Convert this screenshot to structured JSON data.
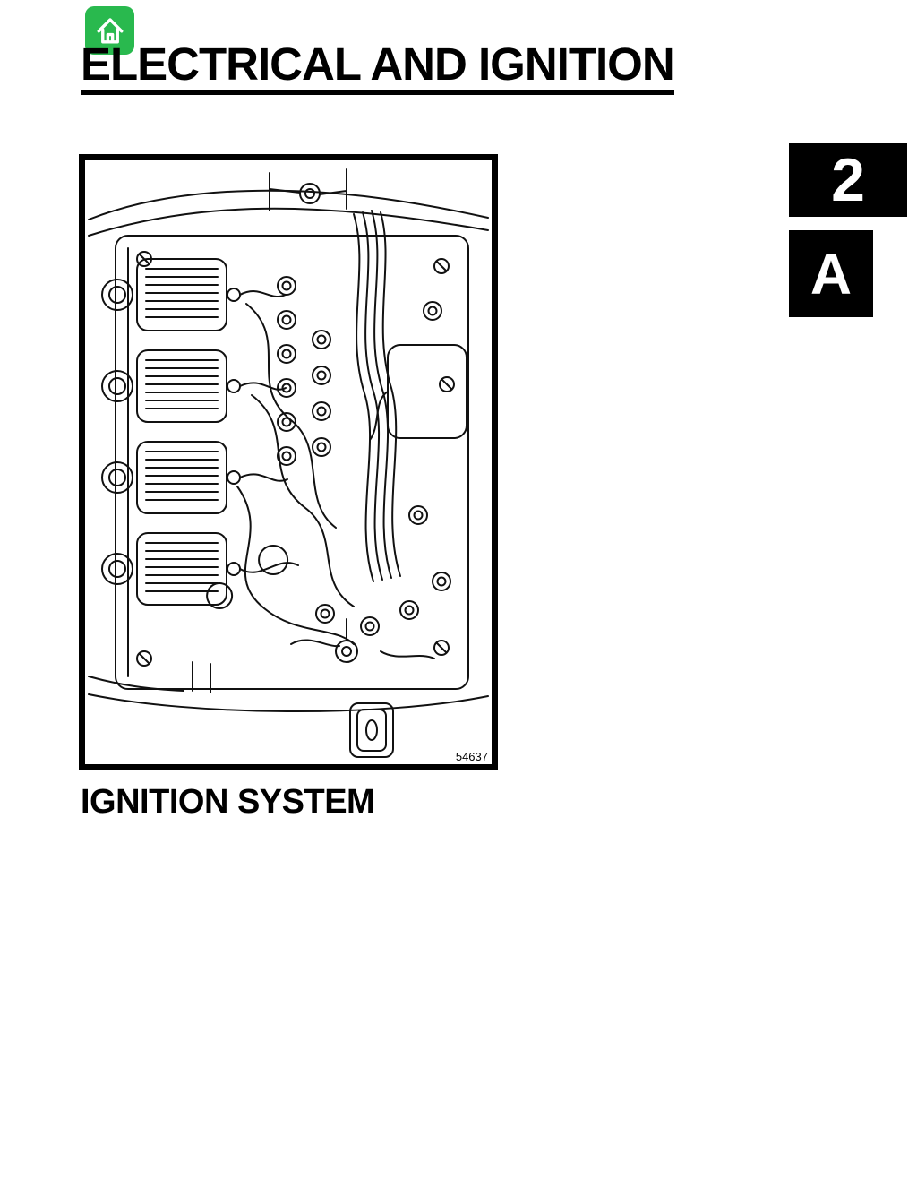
{
  "header": {
    "title": "ELECTRICAL AND IGNITION",
    "home_icon": "home-icon"
  },
  "side_tabs": {
    "chapter": "2",
    "section": "A"
  },
  "figure": {
    "caption_number": "54637",
    "illustration_name": "outboard-engine-ignition-system-line-drawing"
  },
  "section": {
    "heading": "IGNITION SYSTEM"
  },
  "colors": {
    "home_green": "#29b94e",
    "ink": "#000000",
    "paper": "#ffffff"
  }
}
